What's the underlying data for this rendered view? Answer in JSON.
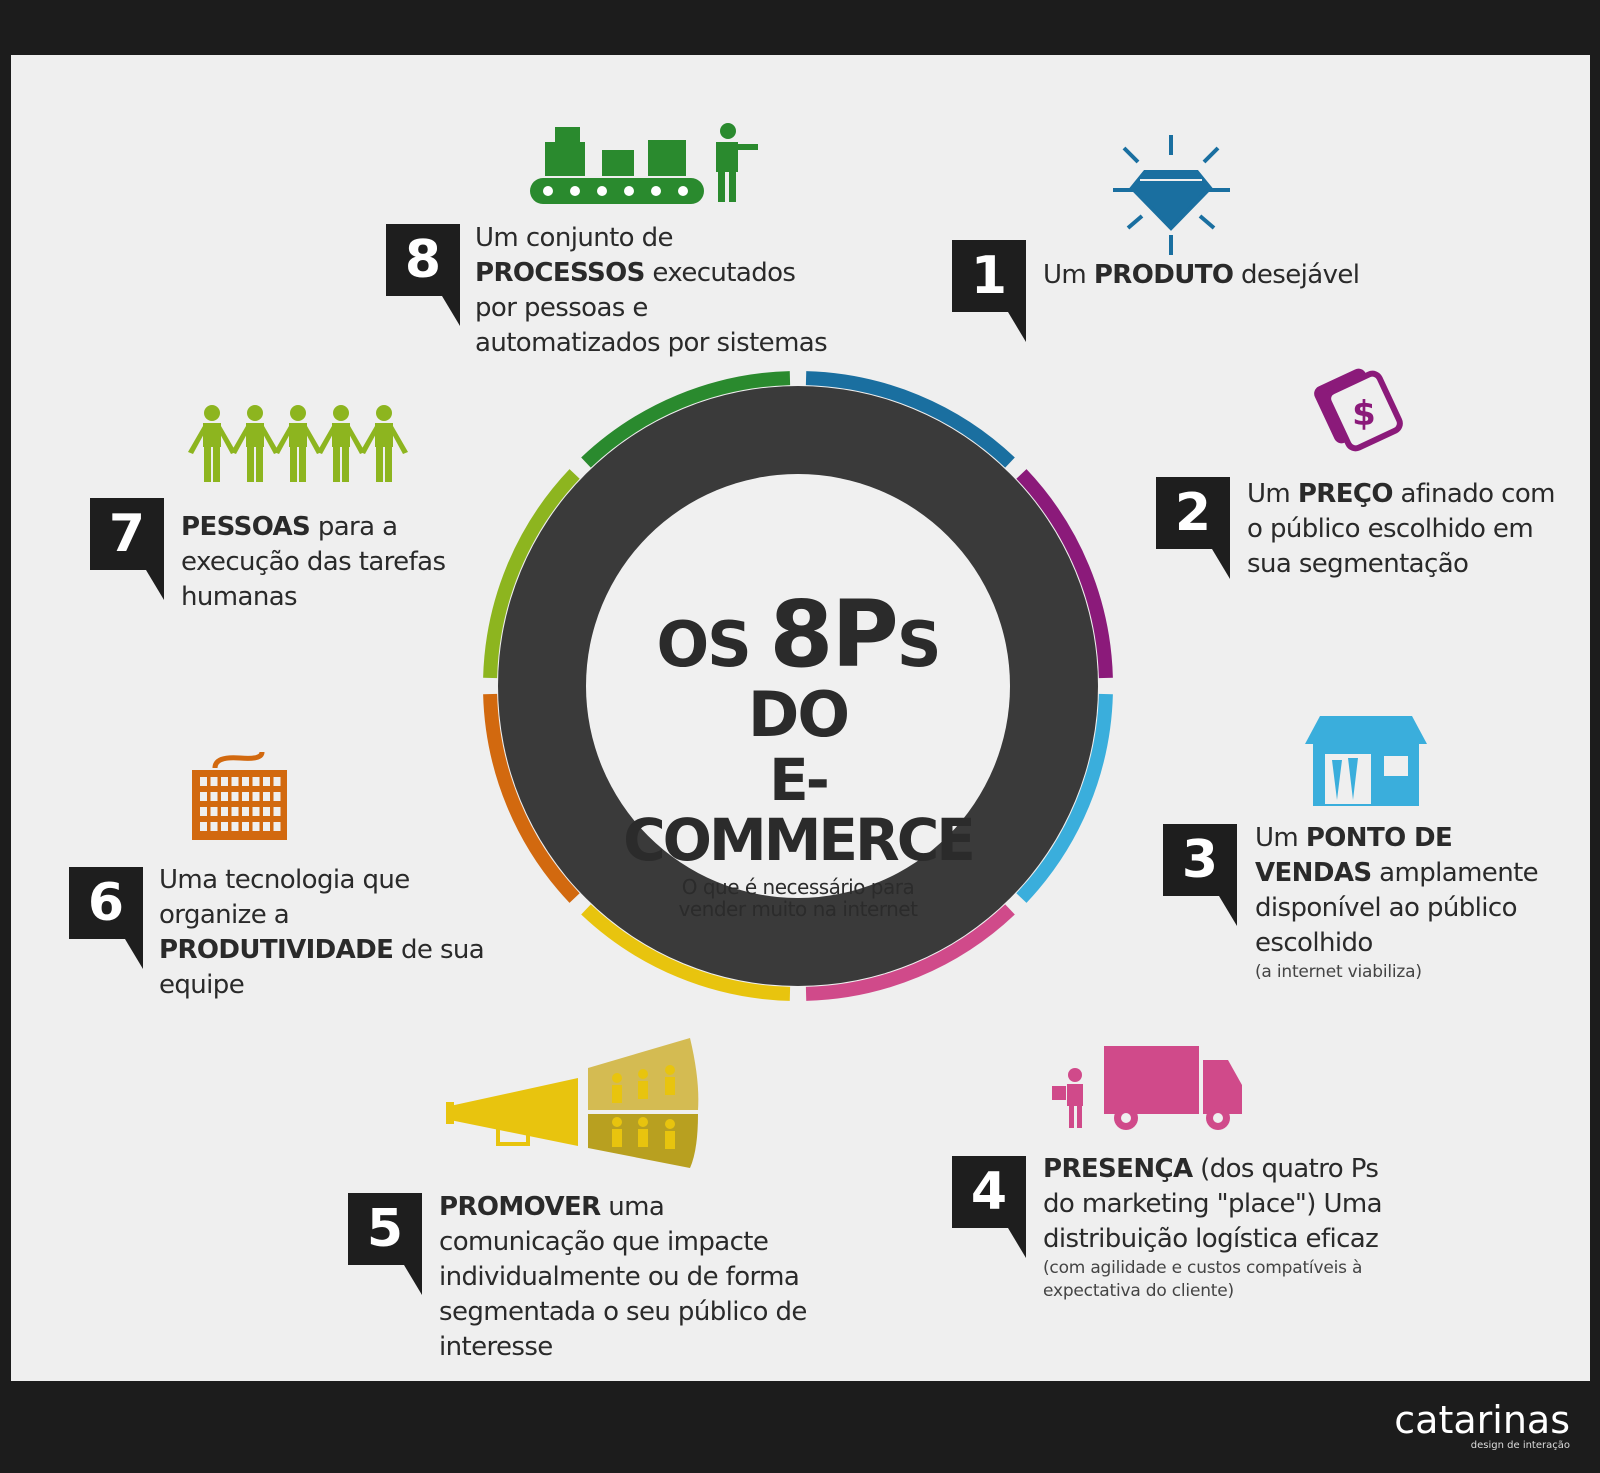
{
  "title": {
    "line1_pre": "OS",
    "line1_big": "8P",
    "line1_post": "S DO",
    "line2": "E-COMMERCE",
    "subtitle": "O que é necessário para vender muito na internet"
  },
  "items": [
    {
      "number": "1",
      "bold": "PRODUTO",
      "pre": "Um ",
      "post": " desejável",
      "color": "#1a6fa0",
      "icon": "diamond-icon"
    },
    {
      "number": "2",
      "pre": "Um ",
      "bold": "PREÇO",
      "post": " afinado com o público escolhido em sua segmentação",
      "color": "#8b1a7a",
      "icon": "money-icon"
    },
    {
      "number": "3",
      "pre": "Um ",
      "bold": "PONTO DE VENDAS",
      "post": " amplamente disponível ao público escolhido",
      "note": "(a internet viabiliza)",
      "color": "#3aaedc",
      "icon": "store-icon"
    },
    {
      "number": "4",
      "pre": "",
      "bold": "PRESENÇA",
      "post": " (dos quatro Ps do marketing \"place\") Uma distribuição logística eficaz",
      "note": "(com agilidade e custos compatíveis à expectativa do cliente)",
      "color": "#d04a8a",
      "icon": "truck-icon"
    },
    {
      "number": "5",
      "pre": "",
      "bold": "PROMOVER",
      "post": " uma comunicação que impacte individualmente ou de forma segmentada o seu público de interesse",
      "color": "#e8c40e",
      "icon": "megaphone-icon"
    },
    {
      "number": "6",
      "pre": "Uma tecnologia que organize a ",
      "bold": "PRODUTIVIDADE",
      "post": " de sua equipe",
      "color": "#d2690f",
      "icon": "keyboard-icon"
    },
    {
      "number": "7",
      "pre": "",
      "bold": "PESSOAS",
      "post": " para a execução das tarefas humanas",
      "color": "#8db51f",
      "icon": "people-icon"
    },
    {
      "number": "8",
      "pre": "Um conjunto de ",
      "bold": "PROCESSOS",
      "post": " executados por pessoas e automatizados por sistemas",
      "color": "#2a8a2e",
      "icon": "conveyor-icon"
    }
  ],
  "logo": {
    "name": "catarinas",
    "tagline": "design de interação"
  }
}
